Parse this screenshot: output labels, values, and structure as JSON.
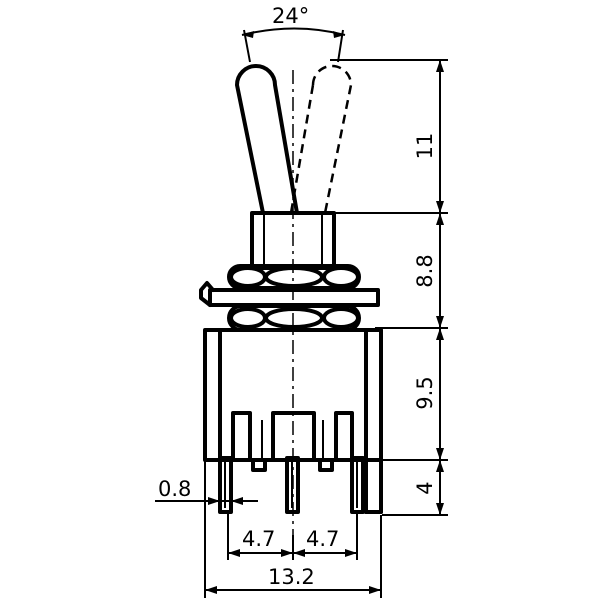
{
  "drawing": {
    "angle_label": "24°",
    "dimensions": {
      "lever_length": "11",
      "bushing_height": "8.8",
      "body_height": "9.5",
      "pin_length": "4",
      "pin_width": "0.8",
      "pin_pitch_left": "4.7",
      "pin_pitch_right": "4.7",
      "total_width": "13.2"
    }
  }
}
